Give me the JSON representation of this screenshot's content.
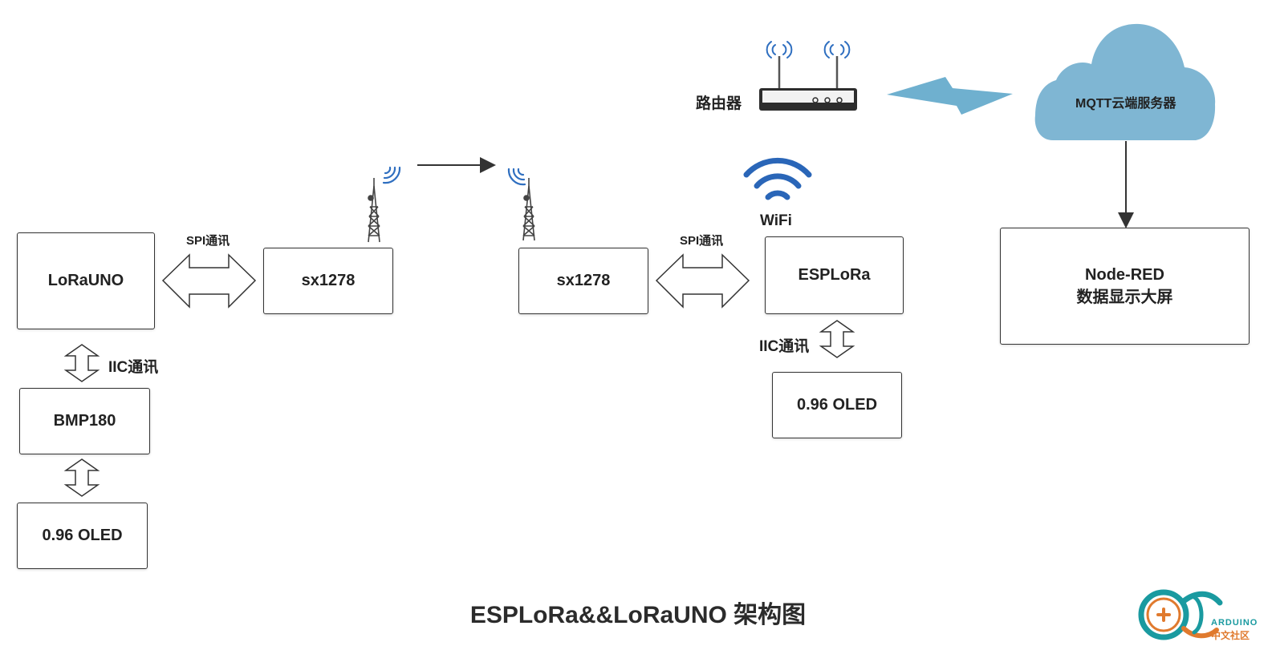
{
  "left_group": {
    "lorauno": "LoRaUNO",
    "spi_label": "SPI通讯",
    "sx1278": "sx1278",
    "iic_label": "IIC通讯",
    "bmp180": "BMP180",
    "oled": "0.96 OLED"
  },
  "right_group": {
    "sx1278": "sx1278",
    "spi_label": "SPI通讯",
    "esplora": "ESPLoRa",
    "wifi_label": "WiFi",
    "iic_label": "IIC通讯",
    "oled": "0.96 OLED"
  },
  "router_label": "路由器",
  "cloud_label": "MQTT云端服务器",
  "node_red": {
    "line1": "Node-RED",
    "line2": "数据显示大屏"
  },
  "title": "ESPLoRa&&LoRaUNO 架构图",
  "logo": {
    "line1": "ARDUINO",
    "line2": "中文社区"
  },
  "colors": {
    "cloud": "#7fb6d3",
    "bolt": "#6fb0cf",
    "wifi": "#2a66b8",
    "signal": "#2f6fc0",
    "logo_teal": "#1a9aa0",
    "logo_orange": "#e07a2e"
  }
}
